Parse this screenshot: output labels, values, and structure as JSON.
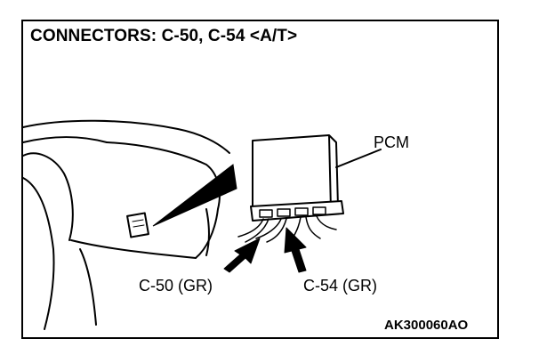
{
  "title": "CONNECTORS: C-50, C-54 <A/T>",
  "labels": {
    "pcm": "PCM",
    "c50": "C-50 (GR)",
    "c54": "C-54 (GR)"
  },
  "figure_code": "AK300060AO",
  "colors": {
    "line": "#000000",
    "background": "#ffffff"
  }
}
